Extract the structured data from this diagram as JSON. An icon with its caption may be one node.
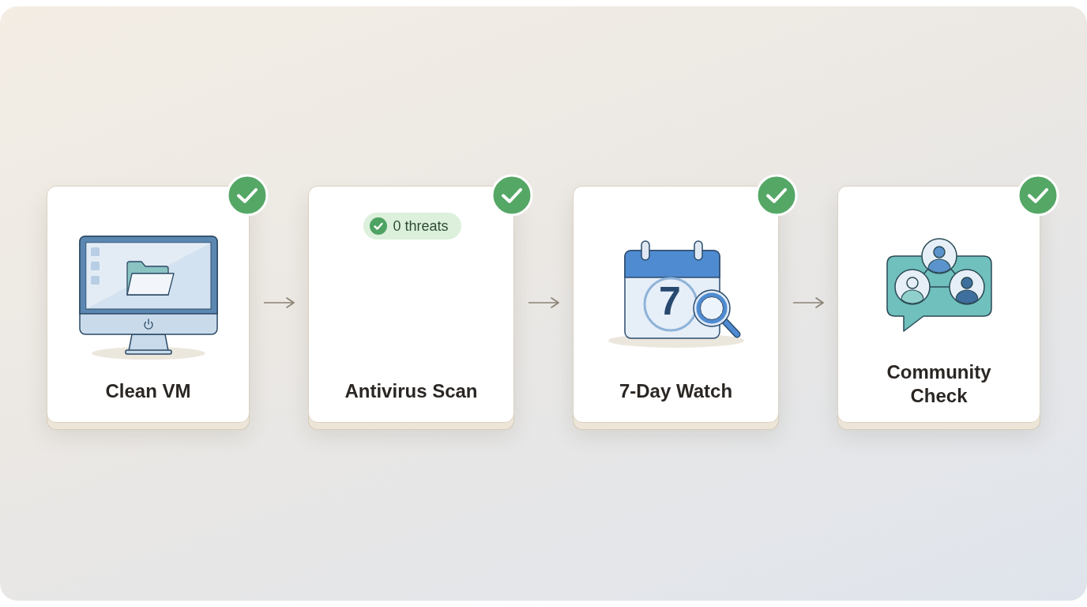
{
  "diagram": {
    "nodes": [
      {
        "text": [
          "Clean VM"
        ]
      },
      {
        "text": [
          "Antivirus Scan"
        ]
      },
      {
        "text": [
          "0 threats"
        ],
        "in": 1
      },
      {
        "text": [
          "7-Day Watch"
        ]
      },
      {
        "text": [
          "Community Check"
        ]
      }
    ],
    "edges": [
      {
        "from": 0,
        "to": 1,
        "arrow": "to"
      },
      {
        "from": 1,
        "to": 3,
        "arrow": "to"
      },
      {
        "from": 3,
        "to": 4,
        "arrow": "to"
      }
    ],
    "labels": [
      "7"
    ]
  }
}
